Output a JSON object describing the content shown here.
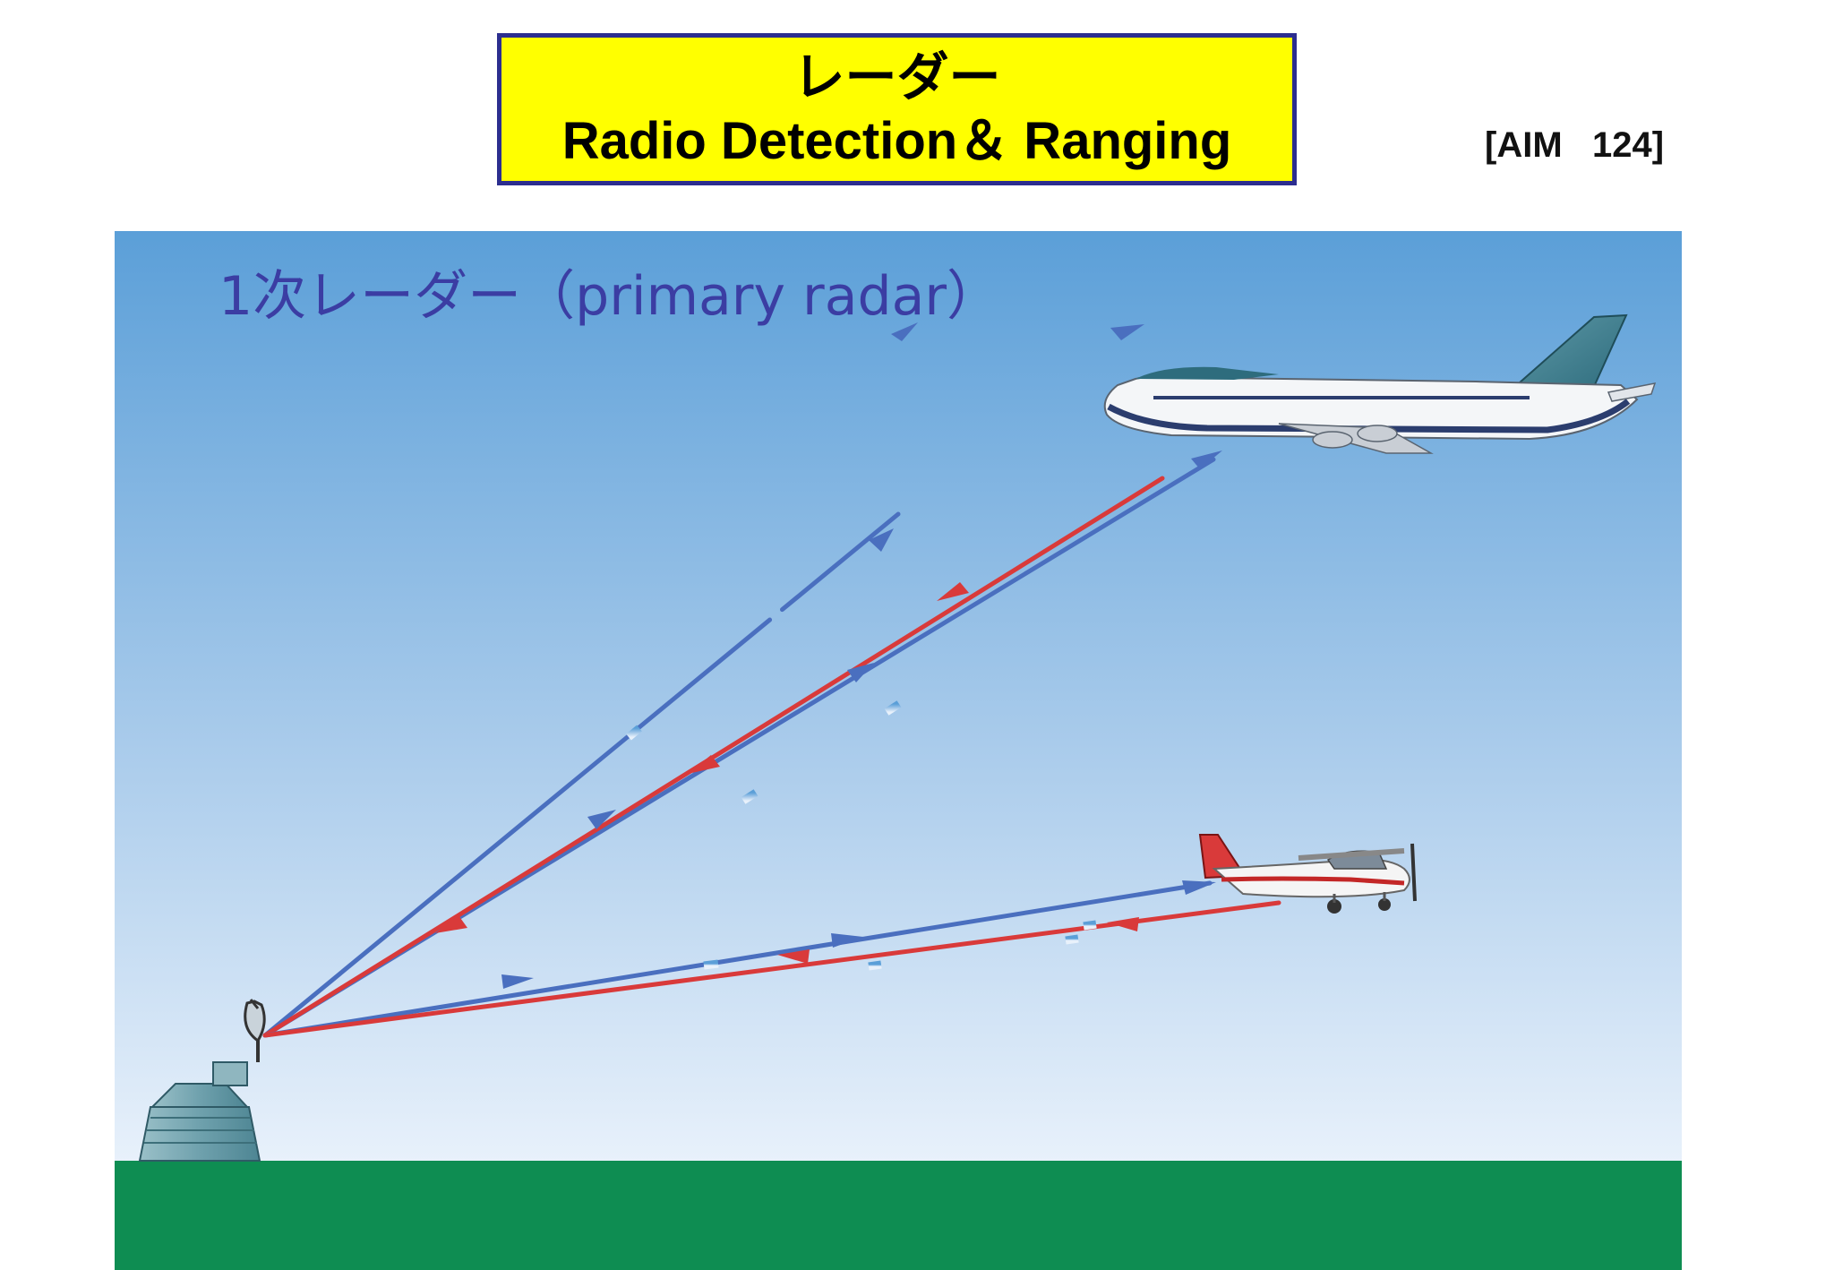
{
  "header": {
    "title_jp": "レーダー",
    "title_en": "Radio Detection＆ Ranging",
    "reference": "[AIM   124]"
  },
  "diagram": {
    "caption": "1次レーダー（primary radar）",
    "icons": [
      "radar-antenna-icon",
      "radar-building-icon",
      "airliner-icon",
      "light-aircraft-icon"
    ],
    "colors": {
      "sky_top": "#5b9fd8",
      "sky_bottom": "#e6f0fa",
      "ground": "#0e8d52",
      "transmit_signal": "#4a6fbf",
      "return_signal": "#d93a3a",
      "title_background": "#ffff00",
      "title_border": "#2c2e8f",
      "caption_text": "#3b3da3"
    }
  }
}
